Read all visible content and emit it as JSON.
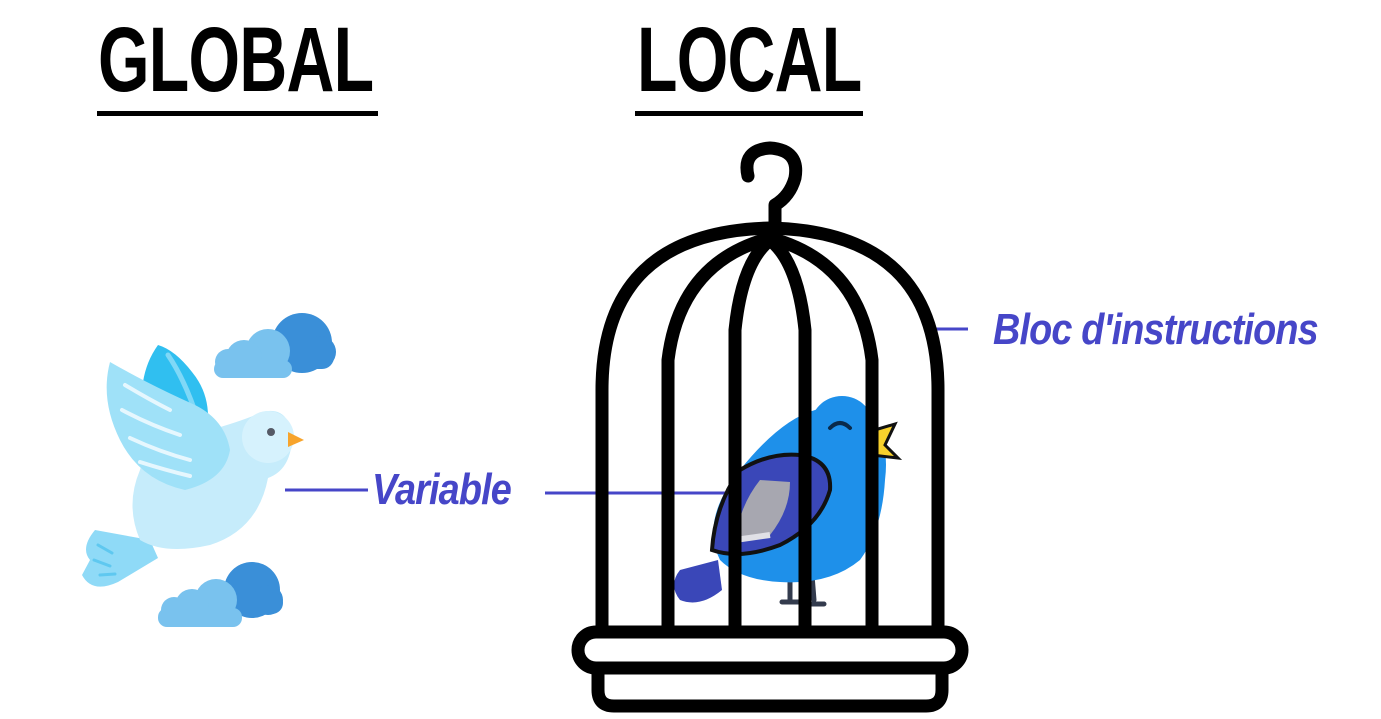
{
  "headings": {
    "global": "GLOBAL",
    "local": "LOCAL"
  },
  "labels": {
    "variable": "Variable",
    "block": "Bloc d'instructions"
  },
  "icons": {
    "free_bird": "flying-dove-icon",
    "caged_bird": "caged-bird-icon",
    "cage": "birdcage-icon",
    "clouds": "cloud-icon"
  },
  "colors": {
    "heading": "#000000",
    "label": "#4646c8",
    "connector": "#4646c8",
    "dove_light": "#c6ecfb",
    "dove_wing": "#7fd3f5",
    "cloud_dark": "#3a8fd8",
    "cloud_light": "#79c2ee",
    "bird_body": "#1e90ea",
    "bird_wing": "#3a47b8",
    "beak": "#f7b52c"
  }
}
